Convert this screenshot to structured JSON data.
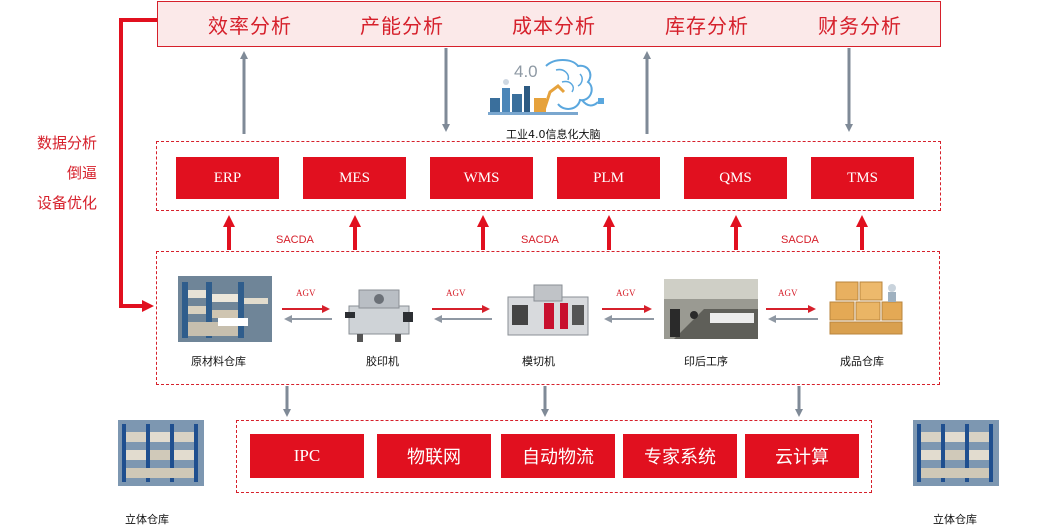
{
  "analysis": [
    "效率分析",
    "产能分析",
    "成本分析",
    "库存分析",
    "财务分析"
  ],
  "brain": {
    "version": "4.0",
    "label": "工业4.0信息化大脑"
  },
  "systems": [
    "ERP",
    "MES",
    "WMS",
    "PLM",
    "QMS",
    "TMS"
  ],
  "side_text": [
    "数据分析",
    "倒逼",
    "设备优化"
  ],
  "sacda_label": "SACDA",
  "agv_label": "AGV",
  "stations": [
    "原材料仓库",
    "胶印机",
    "模切机",
    "印后工序",
    "成品仓库"
  ],
  "technologies": [
    "IPC",
    "物联网",
    "自动物流",
    "专家系统",
    "云计算"
  ],
  "warehouse_label": "立体仓库",
  "colors": {
    "accent": "#d6202b",
    "box": "#e1101f",
    "arrow_gray": "#7f8a97",
    "tint": "#fbe9e9"
  }
}
